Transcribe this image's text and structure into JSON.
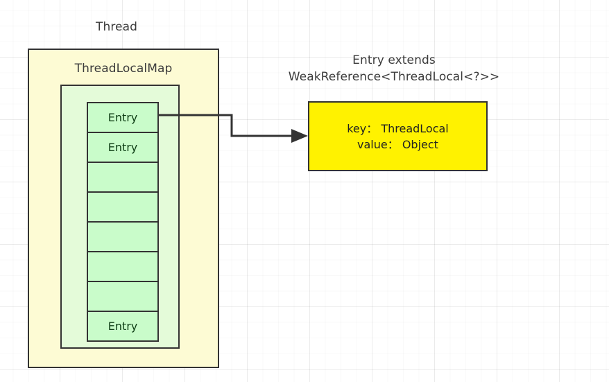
{
  "diagram": {
    "title_thread": "Thread",
    "title_threadlocalmap": "ThreadLocalMap",
    "entry_caption": "Entry extends\nWeakReference<ThreadLocal<?>>",
    "entry_detail": "key： ThreadLocal\nvalue： Object",
    "entry_stack": [
      {
        "label": "Entry"
      },
      {
        "label": "Entry"
      },
      {
        "label": ""
      },
      {
        "label": ""
      },
      {
        "label": ""
      },
      {
        "label": ""
      },
      {
        "label": ""
      },
      {
        "label": "Entry"
      }
    ],
    "colors": {
      "thread_fill": "#fdfbd4",
      "map_fill": "#e4fbd9",
      "entry_fill": "#c9fcca",
      "detail_fill": "#fff200",
      "stroke": "#333333",
      "entry_text": "#0d3d14",
      "label_text": "#3b3b3b"
    }
  }
}
